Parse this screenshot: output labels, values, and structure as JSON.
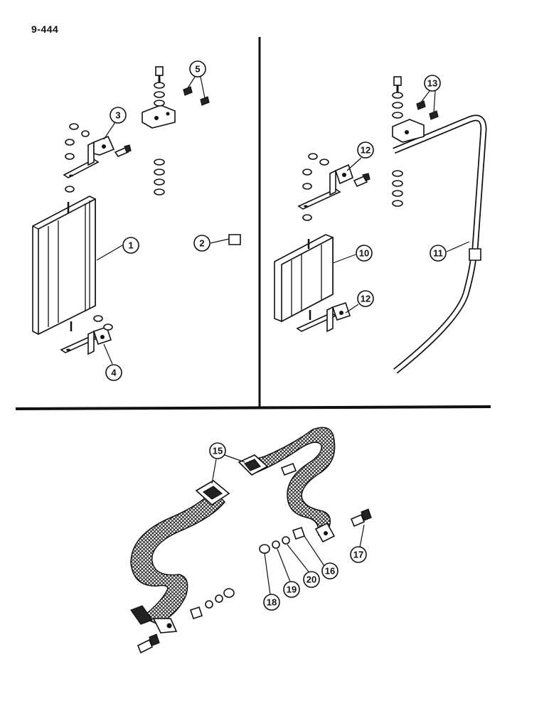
{
  "page_number": "9-444",
  "callouts": {
    "c1": "1",
    "c2": "2",
    "c3": "3",
    "c4": "4",
    "c5": "5",
    "c10": "10",
    "c11": "11",
    "c12a": "12",
    "c12b": "12",
    "c13": "13",
    "c15": "15",
    "c16": "16",
    "c17": "17",
    "c18": "18",
    "c19": "19",
    "c20": "20"
  }
}
